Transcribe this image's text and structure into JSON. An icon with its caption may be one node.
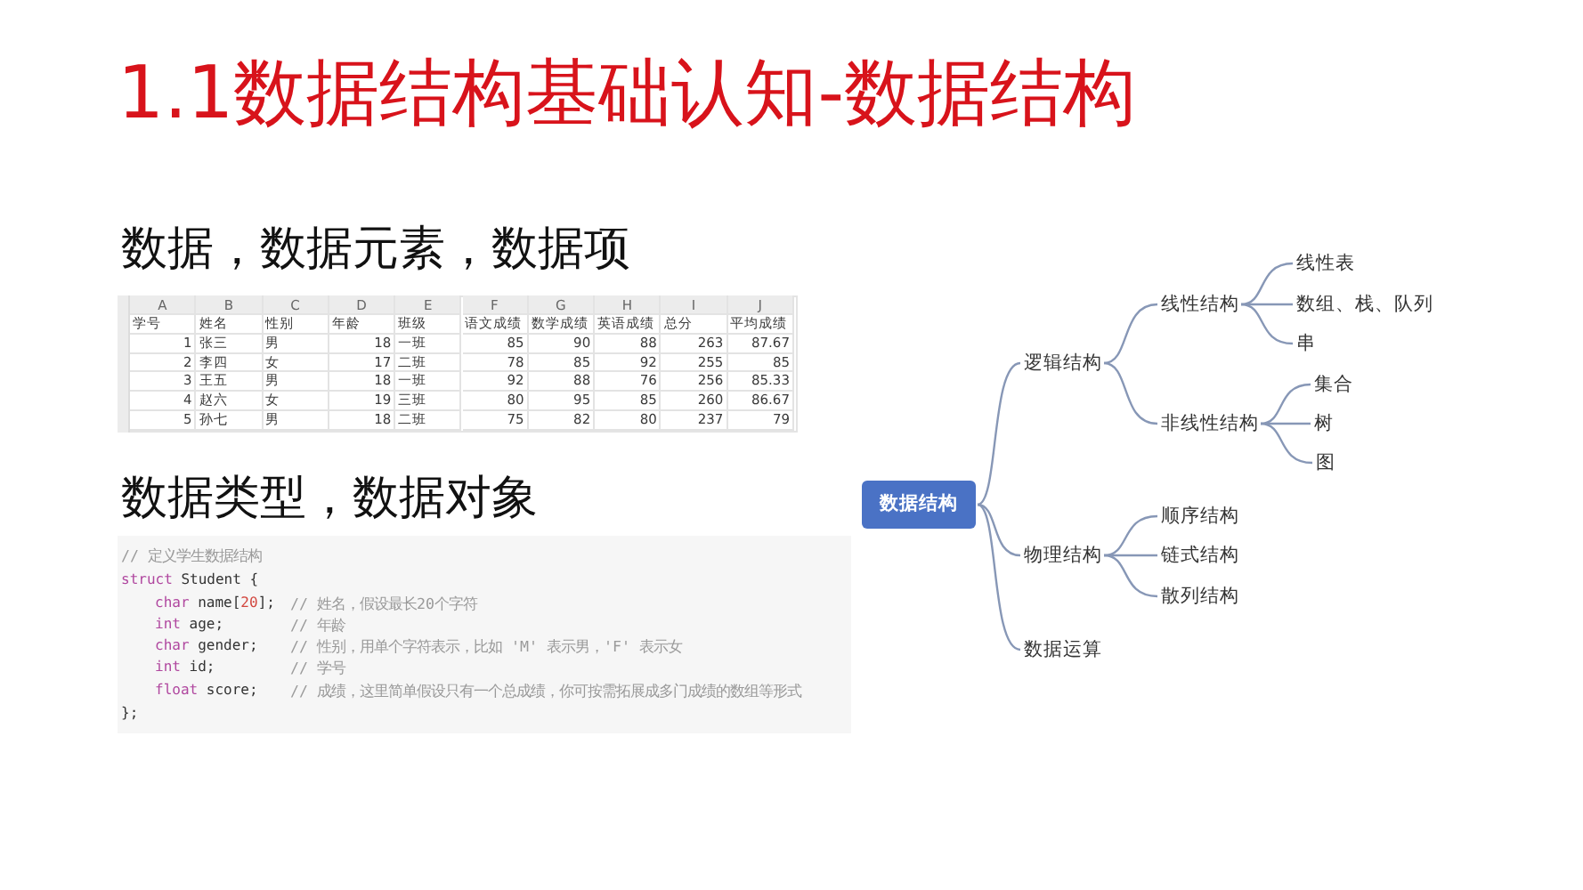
{
  "diagram": {
    "title": "1.1数据结构基础认知-数据结构",
    "nodes": [
      {
        "text": [
          "数据结构"
        ]
      },
      {
        "text": [
          "逻辑结构"
        ]
      },
      {
        "text": [
          "线性结构"
        ]
      },
      {
        "text": [
          "线性表"
        ]
      },
      {
        "text": [
          "数组、栈、队列"
        ]
      },
      {
        "text": [
          "串"
        ]
      },
      {
        "text": [
          "非线性结构"
        ]
      },
      {
        "text": [
          "集合"
        ]
      },
      {
        "text": [
          "树"
        ]
      },
      {
        "text": [
          "图"
        ]
      },
      {
        "text": [
          "物理结构"
        ]
      },
      {
        "text": [
          "顺序结构"
        ]
      },
      {
        "text": [
          "链式结构"
        ]
      },
      {
        "text": [
          "散列结构"
        ]
      },
      {
        "text": [
          "数据运算"
        ]
      }
    ],
    "edges": [
      {
        "from": 0,
        "to": 1,
        "arrow": "none"
      },
      {
        "from": 0,
        "to": 10,
        "arrow": "none"
      },
      {
        "from": 0,
        "to": 14,
        "arrow": "none"
      },
      {
        "from": 1,
        "to": 2,
        "arrow": "none"
      },
      {
        "from": 1,
        "to": 6,
        "arrow": "none"
      },
      {
        "from": 2,
        "to": 3,
        "arrow": "none"
      },
      {
        "from": 2,
        "to": 4,
        "arrow": "none"
      },
      {
        "from": 2,
        "to": 5,
        "arrow": "none"
      },
      {
        "from": 6,
        "to": 7,
        "arrow": "none"
      },
      {
        "from": 6,
        "to": 8,
        "arrow": "none"
      },
      {
        "from": 6,
        "to": 9,
        "arrow": "none"
      },
      {
        "from": 10,
        "to": 11,
        "arrow": "none"
      },
      {
        "from": 10,
        "to": 12,
        "arrow": "none"
      },
      {
        "from": 10,
        "to": 13,
        "arrow": "none"
      }
    ],
    "labels": [
      "数据，数据元素，数据项",
      "A",
      "B",
      "C",
      "D",
      "E",
      "F",
      "G",
      "H",
      "I",
      "J",
      "学号",
      "姓名",
      "性别",
      "年龄",
      "班级",
      "语文成绩",
      "数学成绩",
      "英语成绩",
      "总分",
      "平均成绩",
      "1",
      "张三",
      "男",
      "18",
      "一班",
      "85",
      "90",
      "88",
      "263",
      "87.67",
      "2",
      "李四",
      "女",
      "17",
      "二班",
      "78",
      "85",
      "92",
      "255",
      "85",
      "3",
      "王五",
      "男",
      "18",
      "一班",
      "92",
      "88",
      "76",
      "256",
      "85.33",
      "4",
      "赵六",
      "女",
      "19",
      "三班",
      "80",
      "95",
      "85",
      "260",
      "86.67",
      "5",
      "孙七",
      "男",
      "18",
      "二班",
      "75",
      "82",
      "80",
      "237",
      "79",
      "数据类型，数据对象",
      "// 定义学生数据结构",
      "struct Student {",
      "char name[20];",
      "// 姓名，假设最长20个字符",
      "int age;",
      "// 年龄",
      "char gender;",
      "// 性别，用单个字符表示，比如 'M' 表示男，'F' 表示女",
      "int id;",
      "// 学号",
      "float score;",
      "// 成绩，这里简单假设只有一个总成绩，你可按需拓展成多门成绩的数组等形式",
      "};"
    ]
  }
}
